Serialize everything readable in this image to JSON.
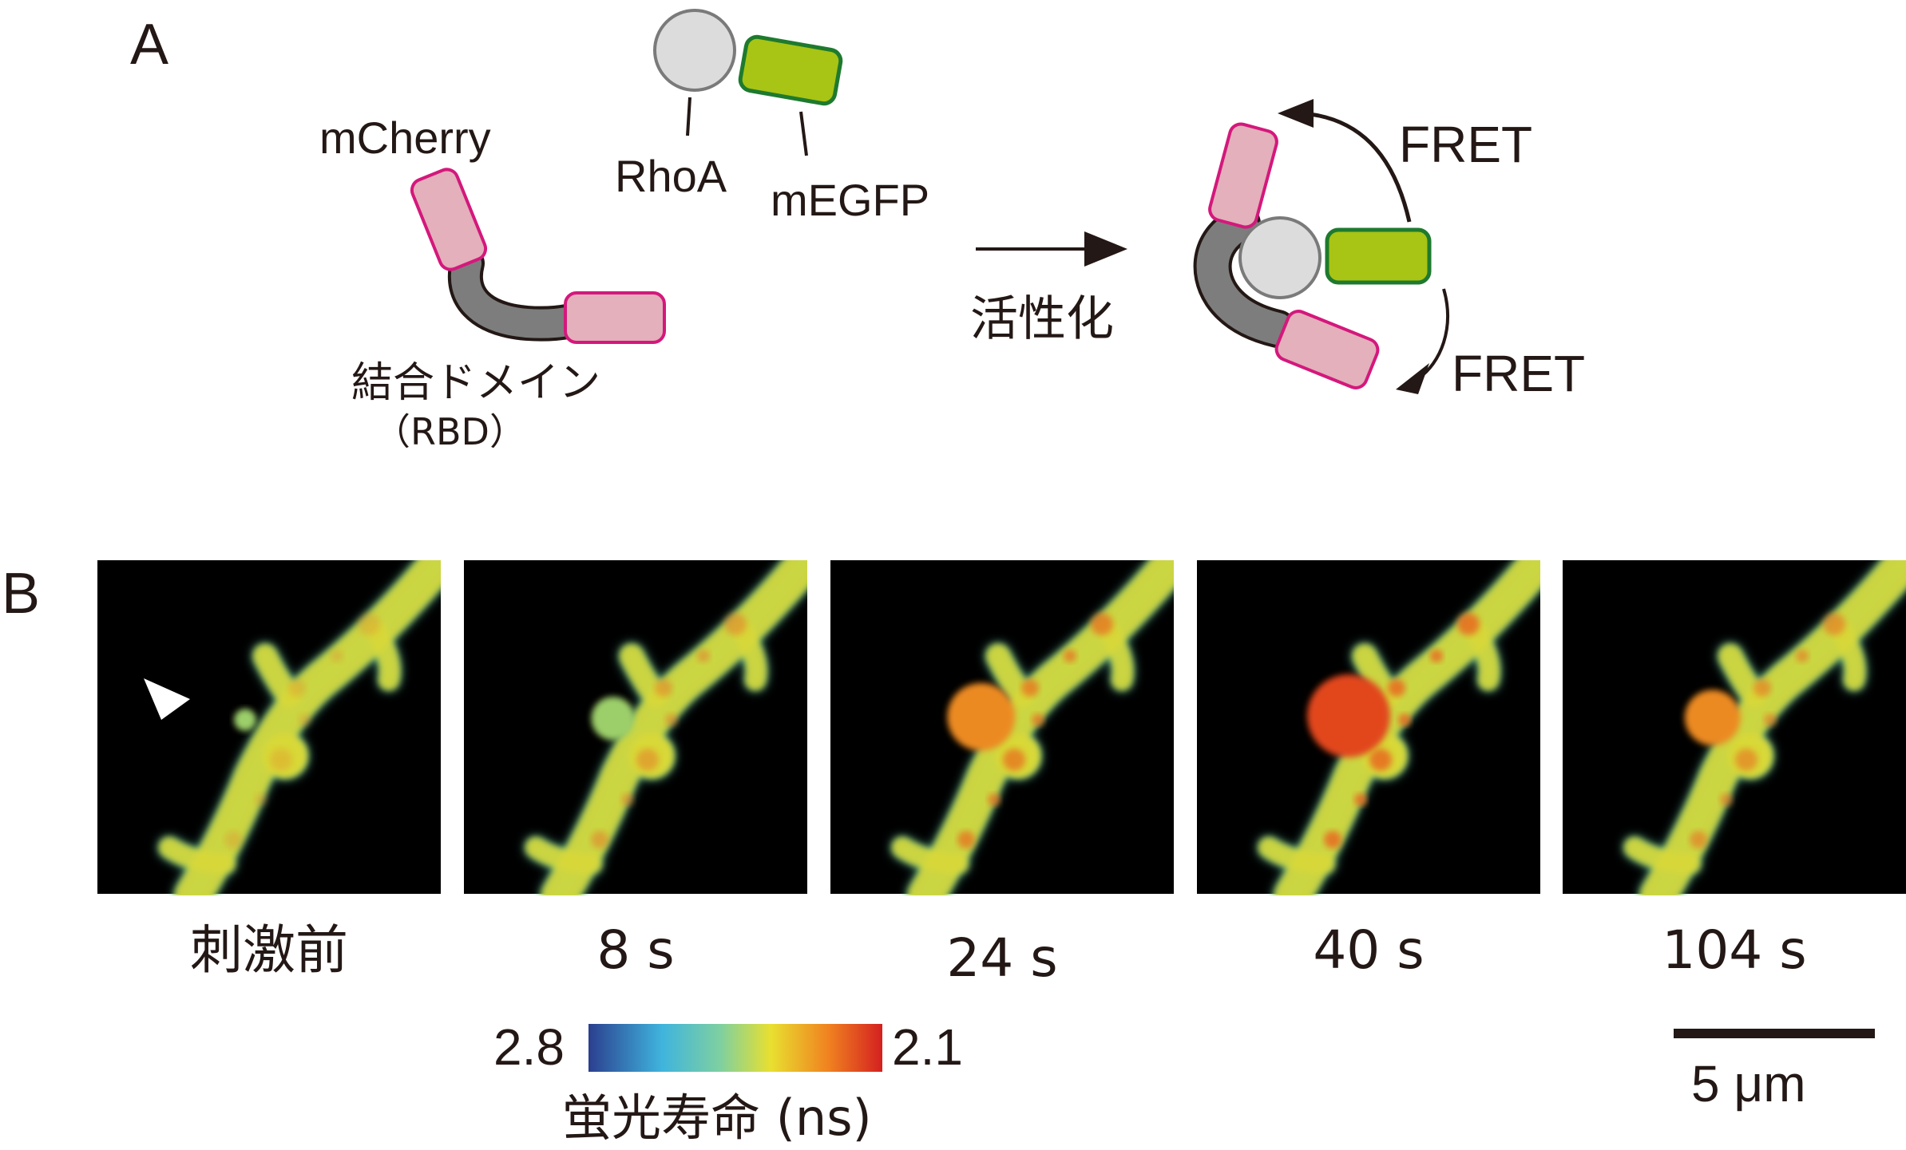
{
  "panel_a": {
    "letter": "A",
    "labels": {
      "mcherry": "mCherry",
      "rhoa": "RhoA",
      "megfp": "mEGFP",
      "binding_domain": "結合ドメイン",
      "rbd": "（RBD）",
      "activation": "活性化",
      "fret_top": "FRET",
      "fret_bottom": "FRET"
    },
    "colors": {
      "mcherry_fill": "#e3b0bb",
      "mcherry_stroke": "#d4187c",
      "rhoa_fill": "#dcdcdc",
      "rhoa_stroke": "#7a7a7a",
      "megfp_fill": "#a8c414",
      "megfp_stroke": "#1e7a2e",
      "rbd_fill": "#7d7d7d"
    }
  },
  "panel_b": {
    "letter": "B",
    "frames": [
      {
        "label": "刺激前",
        "activity": 0.0
      },
      {
        "label": "8 s",
        "activity": 0.35
      },
      {
        "label": "24 s",
        "activity": 0.75
      },
      {
        "label": "40 s",
        "activity": 1.0
      },
      {
        "label": "104 s",
        "activity": 0.55
      }
    ],
    "colorbar": {
      "min_label": "2.8",
      "max_label": "2.1",
      "title": "蛍光寿命 (ns)",
      "colors": [
        "#2b3f8f",
        "#3fb4dd",
        "#7fd0a0",
        "#e8e030",
        "#f08020",
        "#d42020"
      ]
    },
    "scalebar": {
      "label": "5 μm"
    }
  }
}
